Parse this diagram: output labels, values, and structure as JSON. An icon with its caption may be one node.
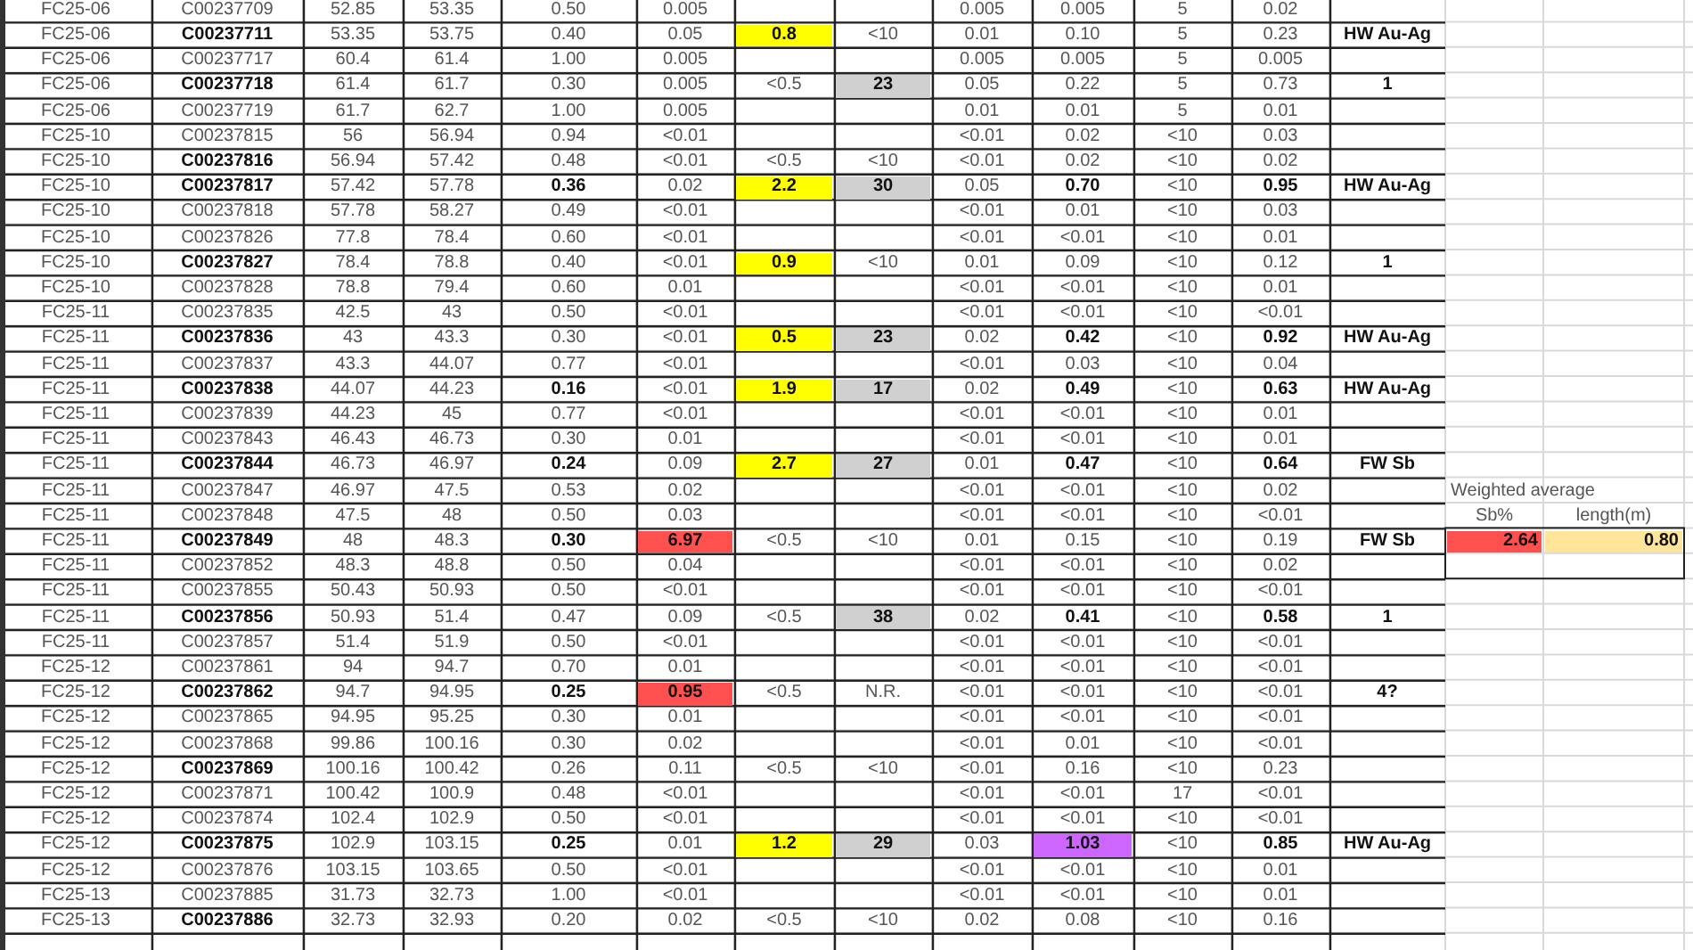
{
  "diagram": {
    "labels": [
      "FC25-06",
      "C00237709",
      "52.85",
      "53.35",
      "0.50",
      "0.005",
      "0.005",
      "0.005",
      "5",
      "0.02",
      "FC25-06",
      "C00237711",
      "53.35",
      "53.75",
      "0.40",
      "0.05",
      "0.8",
      "<10",
      "0.01",
      "0.10",
      "5",
      "0.23",
      "HW Au-Ag",
      "FC25-06",
      "C00237717",
      "60.4",
      "61.4",
      "1.00",
      "0.005",
      "0.005",
      "0.005",
      "5",
      "0.005",
      "FC25-06",
      "C00237718",
      "61.4",
      "61.7",
      "0.30",
      "0.005",
      "<0.5",
      "23",
      "0.05",
      "0.22",
      "5",
      "0.73",
      "1",
      "FC25-06",
      "C00237719",
      "61.7",
      "62.7",
      "1.00",
      "0.005",
      "0.01",
      "0.01",
      "5",
      "0.01",
      "FC25-10",
      "C00237815",
      "56",
      "56.94",
      "0.94",
      "<0.01",
      "<0.01",
      "0.02",
      "<10",
      "0.03",
      "FC25-10",
      "C00237816",
      "56.94",
      "57.42",
      "0.48",
      "<0.01",
      "<0.5",
      "<10",
      "<0.01",
      "0.02",
      "<10",
      "0.02",
      "FC25-10",
      "C00237817",
      "57.42",
      "57.78",
      "0.36",
      "0.02",
      "2.2",
      "30",
      "0.05",
      "0.70",
      "<10",
      "0.95",
      "HW Au-Ag",
      "FC25-10",
      "C00237818",
      "57.78",
      "58.27",
      "0.49",
      "<0.01",
      "<0.01",
      "0.01",
      "<10",
      "0.03",
      "FC25-10",
      "C00237826",
      "77.8",
      "78.4",
      "0.60",
      "<0.01",
      "<0.01",
      "<0.01",
      "<10",
      "0.01",
      "FC25-10",
      "C00237827",
      "78.4",
      "78.8",
      "0.40",
      "<0.01",
      "0.9",
      "<10",
      "0.01",
      "0.09",
      "<10",
      "0.12",
      "1",
      "FC25-10",
      "C00237828",
      "78.8",
      "79.4",
      "0.60",
      "0.01",
      "<0.01",
      "<0.01",
      "<10",
      "0.01",
      "FC25-11",
      "C00237835",
      "42.5",
      "43",
      "0.50",
      "<0.01",
      "<0.01",
      "<0.01",
      "<10",
      "<0.01",
      "FC25-11",
      "C00237836",
      "43",
      "43.3",
      "0.30",
      "<0.01",
      "0.5",
      "23",
      "0.02",
      "0.42",
      "<10",
      "0.92",
      "HW Au-Ag",
      "FC25-11",
      "C00237837",
      "43.3",
      "44.07",
      "0.77",
      "<0.01",
      "<0.01",
      "0.03",
      "<10",
      "0.04",
      "FC25-11",
      "C00237838",
      "44.07",
      "44.23",
      "0.16",
      "<0.01",
      "1.9",
      "17",
      "0.02",
      "0.49",
      "<10",
      "0.63",
      "HW Au-Ag",
      "FC25-11",
      "C00237839",
      "44.23",
      "45",
      "0.77",
      "<0.01",
      "<0.01",
      "<0.01",
      "<10",
      "0.01",
      "FC25-11",
      "C00237843",
      "46.43",
      "46.73",
      "0.30",
      "0.01",
      "<0.01",
      "<0.01",
      "<10",
      "0.01",
      "FC25-11",
      "C00237844",
      "46.73",
      "46.97",
      "0.24",
      "0.09",
      "2.7",
      "27",
      "0.01",
      "0.47",
      "<10",
      "0.64",
      "FW Sb",
      "FC25-11",
      "C00237847",
      "46.97",
      "47.5",
      "0.53",
      "0.02",
      "<0.01",
      "<0.01",
      "<10",
      "0.02",
      "Weighted average",
      "FC25-11",
      "C00237848",
      "47.5",
      "48",
      "0.50",
      "0.03",
      "<0.01",
      "<0.01",
      "<10",
      "<0.01",
      "Sb%",
      "length(m)",
      "FC25-11",
      "C00237849",
      "48",
      "48.3",
      "0.30",
      "6.97",
      "<0.5",
      "<10",
      "0.01",
      "0.15",
      "<10",
      "0.19",
      "FW Sb",
      "2.64",
      "0.80",
      "FC25-11",
      "C00237852",
      "48.3",
      "48.8",
      "0.50",
      "0.04",
      "<0.01",
      "<0.01",
      "<10",
      "0.02",
      "FC25-11",
      "C00237855",
      "50.43",
      "50.93",
      "0.50",
      "<0.01",
      "<0.01",
      "<0.01",
      "<10",
      "<0.01",
      "FC25-11",
      "C00237856",
      "50.93",
      "51.4",
      "0.47",
      "0.09",
      "<0.5",
      "38",
      "0.02",
      "0.41",
      "<10",
      "0.58",
      "1",
      "FC25-11",
      "C00237857",
      "51.4",
      "51.9",
      "0.50",
      "<0.01",
      "<0.01",
      "<0.01",
      "<10",
      "<0.01",
      "FC25-12",
      "C00237861",
      "94",
      "94.7",
      "0.70",
      "0.01",
      "<0.01",
      "<0.01",
      "<10",
      "<0.01",
      "FC25-12",
      "C00237862",
      "94.7",
      "94.95",
      "0.25",
      "0.95",
      "<0.5",
      "N.R.",
      "<0.01",
      "<0.01",
      "<10",
      "<0.01",
      "4?",
      "FC25-12",
      "C00237865",
      "94.95",
      "95.25",
      "0.30",
      "0.01",
      "<0.01",
      "<0.01",
      "<10",
      "<0.01",
      "FC25-12",
      "C00237868",
      "99.86",
      "100.16",
      "0.30",
      "0.02",
      "<0.01",
      "0.01",
      "<10",
      "<0.01",
      "FC25-12",
      "C00237869",
      "100.16",
      "100.42",
      "0.26",
      "0.11",
      "<0.5",
      "<10",
      "<0.01",
      "0.16",
      "<10",
      "0.23",
      "FC25-12",
      "C00237871",
      "100.42",
      "100.9",
      "0.48",
      "<0.01",
      "<0.01",
      "<0.01",
      "17",
      "<0.01",
      "FC25-12",
      "C00237874",
      "102.4",
      "102.9",
      "0.50",
      "<0.01",
      "<0.01",
      "<0.01",
      "<10",
      "<0.01",
      "FC25-12",
      "C00237875",
      "102.9",
      "103.15",
      "0.25",
      "0.01",
      "1.2",
      "29",
      "0.03",
      "1.03",
      "<10",
      "0.85",
      "HW Au-Ag",
      "FC25-12",
      "C00237876",
      "103.15",
      "103.65",
      "0.50",
      "<0.01",
      "<0.01",
      "<0.01",
      "<10",
      "0.01",
      "FC25-13",
      "C00237885",
      "31.73",
      "32.73",
      "1.00",
      "<0.01",
      "<0.01",
      "<0.01",
      "<10",
      "0.01",
      "FC25-13",
      "C00237886",
      "32.73",
      "32.93",
      "0.20",
      "0.02",
      "<0.5",
      "<10",
      "0.02",
      "0.08",
      "<10",
      "0.16"
    ]
  }
}
